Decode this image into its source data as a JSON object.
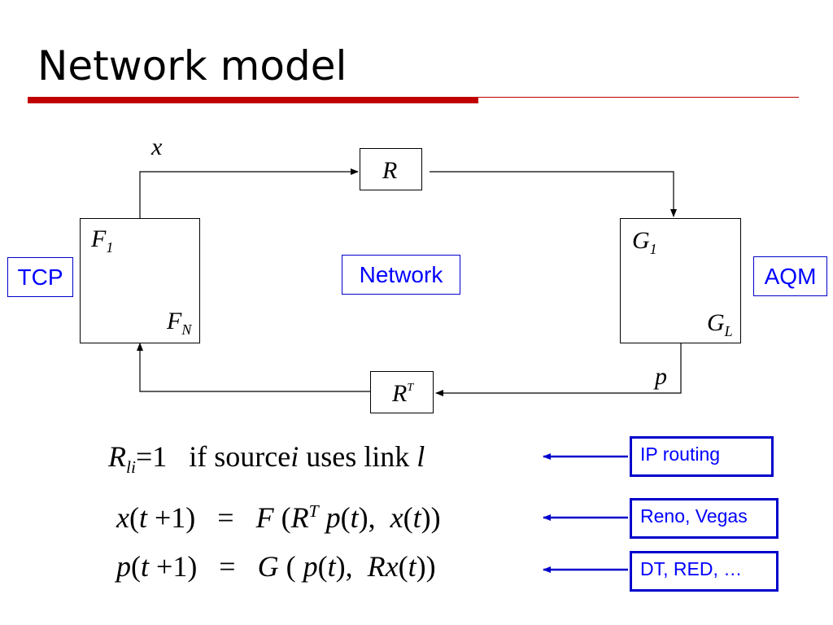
{
  "slide": {
    "title": "Network model"
  },
  "diagram": {
    "x_label": "x",
    "p_label": "p",
    "R_label": "R",
    "RT_main": "R",
    "RT_sup": "T",
    "F1_main": "F",
    "F1_sub": "1",
    "FN_main": "F",
    "FN_sub": "N",
    "G1_main": "G",
    "G1_sub": "1",
    "GL_main": "G",
    "GL_sub": "L",
    "tcp_label": "TCP",
    "network_label": "Network",
    "aqm_label": "AQM"
  },
  "equations": {
    "routing": {
      "R": "R",
      "sub": "li",
      "rest": "=1   if source",
      "i": "i",
      "uses": " uses link ",
      "l": "l"
    },
    "tcp": {
      "x": "x",
      "lhs_rest1": "(",
      "t": "t",
      "lhs_rest2": " +1)   =   ",
      "F": "F",
      "rhs1": " (",
      "R": "R",
      "T": "T",
      "p": "p",
      "rhs2": "(",
      "t2": "t",
      "rhs3": "),  ",
      "x2": "x",
      "rhs4": "(",
      "t3": "t",
      "rhs5": "))"
    },
    "aqm": {
      "p": "p",
      "lhs_rest1": "(",
      "t": "t",
      "lhs_rest2": " +1)   =   ",
      "G": "G",
      "rhs1": " ( ",
      "p2": "p",
      "rhs2": "(",
      "t2": "t",
      "rhs3": "),  ",
      "R": "R",
      "x": "x",
      "rhs4": "(",
      "t3": "t",
      "rhs5": "))"
    }
  },
  "tags": {
    "ip_routing": "IP routing",
    "reno_vegas": "Reno, Vegas",
    "dt_red": "DT, RED, …"
  },
  "colors": {
    "accent_red": "#c00000",
    "label_blue": "#0000ff",
    "tag_border": "#0000cc"
  }
}
